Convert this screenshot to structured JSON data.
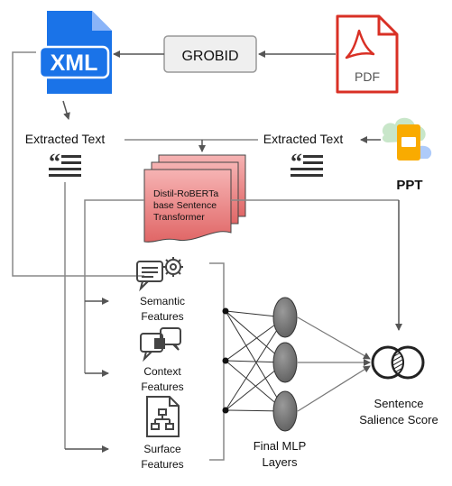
{
  "xml_icon": {
    "label": "XML"
  },
  "grobid": {
    "label": "GROBID"
  },
  "pdf_icon": {
    "label": "PDF"
  },
  "extracted_text_left": "Extracted Text",
  "extracted_text_right": "Extracted Text",
  "ppt": {
    "label": "PPT"
  },
  "transformer": {
    "line1": "Distil-RoBERTa",
    "line2": "base Sentence",
    "line3": "Transformer"
  },
  "features": {
    "semantic": {
      "line1": "Semantic",
      "line2": "Features"
    },
    "context": {
      "line1": "Context",
      "line2": "Features"
    },
    "surface": {
      "line1": "Surface",
      "line2": "Features"
    }
  },
  "mlp": {
    "line1": "Final MLP",
    "line2": "Layers"
  },
  "output": {
    "line1": "Sentence",
    "line2": "Salience Score"
  }
}
